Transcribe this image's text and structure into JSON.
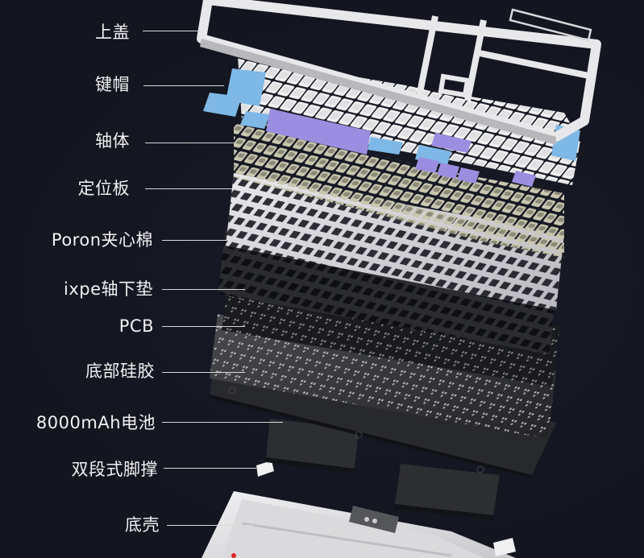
{
  "colors": {
    "background": "#13151f",
    "label_text": "#f2f2f2",
    "leader_line": "#d8d8d8",
    "frame_white": "#e6e6e8",
    "keycap_white": "#efefef",
    "keycap_blue": "#7eb8e6",
    "keycap_purple": "#9b8ee0",
    "switch_beige": "#c9c6b0",
    "plate_light": "#d0d0d4",
    "foam_black": "#1e1f22",
    "pcb_dark": "#2a2b2e",
    "silicone_dark": "#2e2f32",
    "case_white": "#e4e4e6"
  },
  "components": [
    {
      "label": "上盖",
      "name": "top-cover"
    },
    {
      "label": "键帽",
      "name": "keycaps"
    },
    {
      "label": "轴体",
      "name": "switches"
    },
    {
      "label": "定位板",
      "name": "positioning-plate"
    },
    {
      "label": "Poron夹心棉",
      "name": "poron-foam"
    },
    {
      "label": "ixpe轴下垫",
      "name": "ixpe-switch-pad"
    },
    {
      "label": "PCB",
      "name": "pcb"
    },
    {
      "label": "底部硅胶",
      "name": "bottom-silicone"
    },
    {
      "label": "8000mAh电池",
      "name": "battery"
    },
    {
      "label": "双段式脚撑",
      "name": "two-stage-feet"
    },
    {
      "label": "底壳",
      "name": "bottom-case"
    }
  ]
}
